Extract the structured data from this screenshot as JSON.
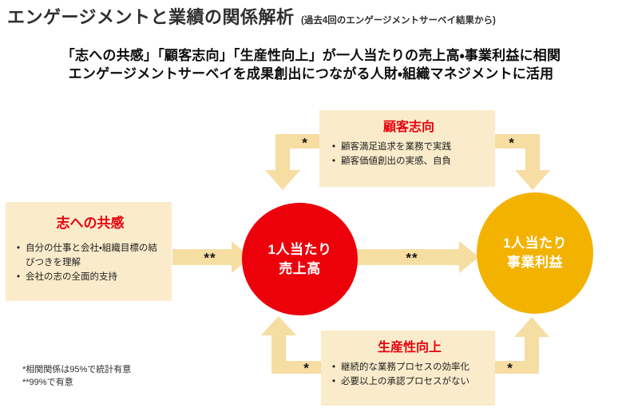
{
  "header": {
    "title": "エンゲージメントと業績の関係解析",
    "title_note": "(過去4回のエンゲージメントサーベイ結果から)",
    "subtitle_line1": "「志への共感」「顧客志向」「生産性向上」が一人当たりの売上高・事業利益に相関",
    "subtitle_line2": "エンゲージメントサーベイを成果創出につながる人財・組織マネジメントに活用"
  },
  "boxes": {
    "customer": {
      "title": "顧客志向",
      "bullets": [
        "顧客満足追求を業務で実践",
        "顧客価値創出の実感、自負"
      ]
    },
    "empathy": {
      "title": "志への共感",
      "bullets": [
        "自分の仕事と会社・組織目標の結びつきを理解",
        "会社の志の全面的支持"
      ]
    },
    "productivity": {
      "title": "生産性向上",
      "bullets": [
        "継続的な業務プロセスの効率化",
        "必要以上の承認プロセスがない"
      ]
    }
  },
  "circles": {
    "sales": {
      "line1": "1人当たり",
      "line2": "売上高"
    },
    "profit": {
      "line1": "1人当たり",
      "line2": "事業利益"
    }
  },
  "arrow_labels": {
    "empathy_to_sales": "**",
    "sales_to_profit": "**",
    "customer_to_sales": "*",
    "customer_to_profit": "*",
    "productivity_to_sales": "*",
    "productivity_to_profit": "*"
  },
  "footnotes": {
    "line1": "*相関関係は95%で統計有意",
    "line2": "**99%で有意"
  },
  "colors": {
    "box_background": "#faeccb",
    "arrow_fill": "#f6dda2",
    "heading_red": "#e8000d",
    "sales_circle_red": "#ec000a",
    "profit_circle_gold": "#f3b200",
    "title_text": "#2f2f2f",
    "body_text": "#1f1f1f"
  }
}
